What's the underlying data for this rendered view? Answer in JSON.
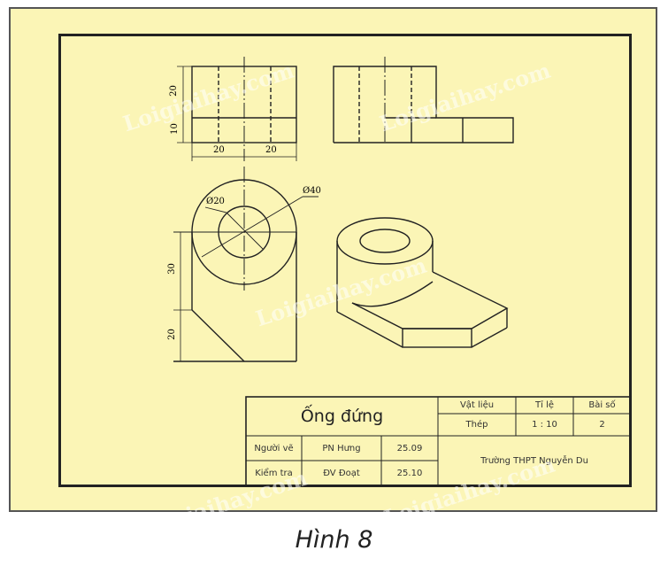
{
  "drawing": {
    "front_view": {
      "dims": [
        "20",
        "10",
        "20",
        "20"
      ]
    },
    "top_view": {
      "dims": [
        "30",
        "20"
      ],
      "diameters": [
        "Ø20",
        "Ø40"
      ]
    }
  },
  "title_block": {
    "name": "Ống đứng",
    "material_label": "Vật liệu",
    "material": "Thép",
    "scale_label": "Tỉ lệ",
    "scale": "1 : 10",
    "sheet_label": "Bài số",
    "sheet": "2",
    "drawn_by_label": "Người vẽ",
    "drawn_by": "PN Hưng",
    "drawn_date": "25.09",
    "checked_by_label": "Kiểm tra",
    "checked_by": "ĐV Đoạt",
    "checked_date": "25.10",
    "school": "Trường THPT Nguyễn Du"
  },
  "watermark": "Loigiaihay.com",
  "caption": "Hình 8"
}
